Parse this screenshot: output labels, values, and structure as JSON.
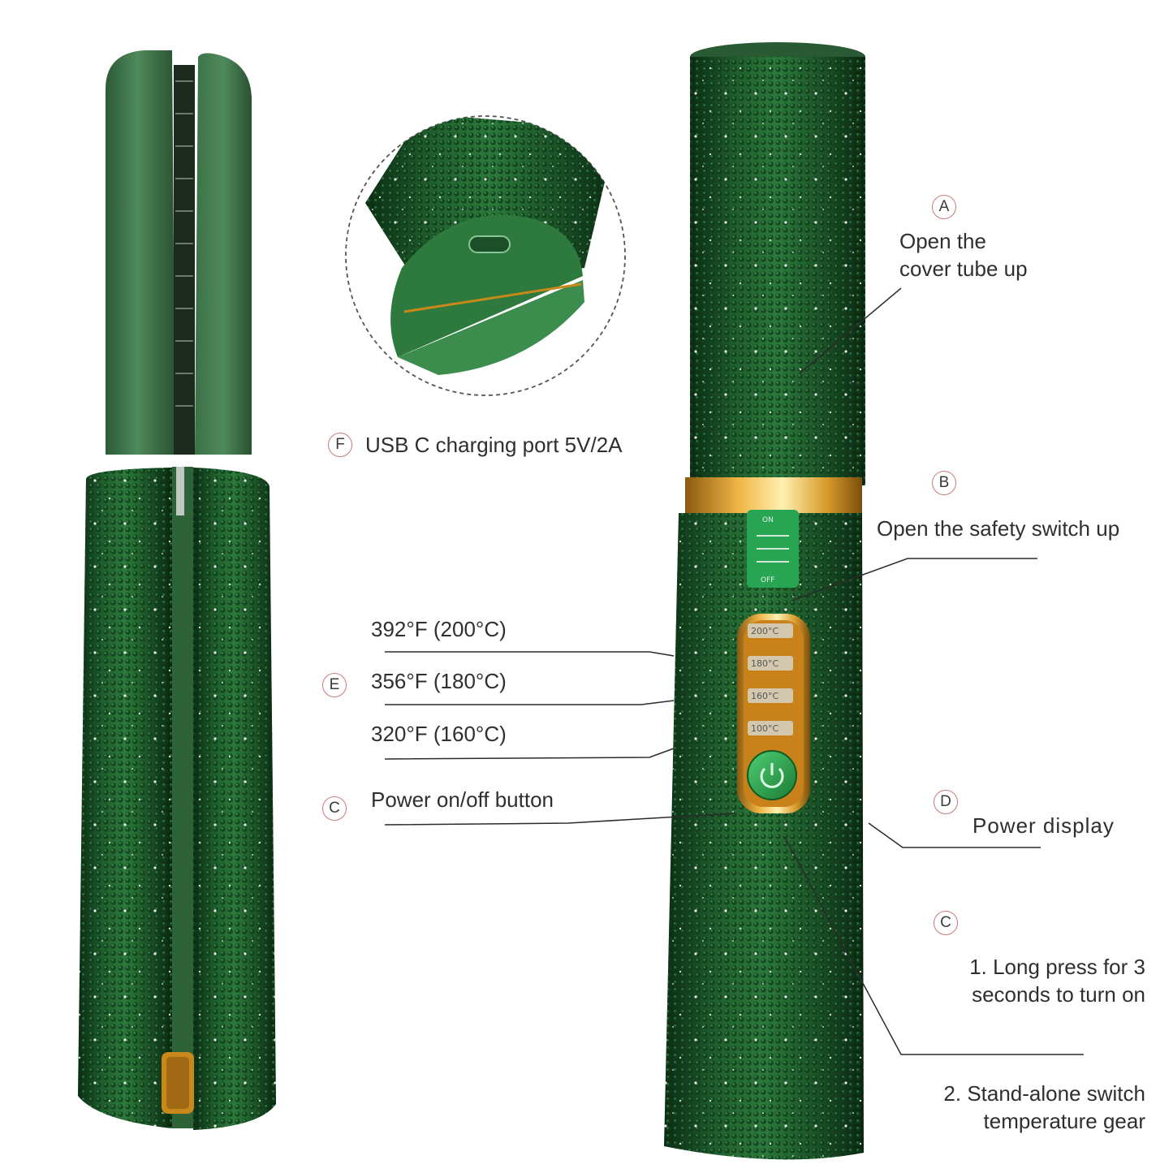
{
  "callouts": {
    "a": {
      "letter": "A",
      "text_line1": "Open the",
      "text_line2": "cover tube up"
    },
    "b": {
      "letter": "B",
      "text": "Open the safety switch up"
    },
    "d": {
      "letter": "D",
      "text": "Power display"
    },
    "c_right": {
      "letter": "C",
      "text_line1": "1. Long press for 3",
      "text_line2": "seconds to turn on",
      "text_line3": "2. Stand-alone switch",
      "text_line4": "temperature gear"
    },
    "e": {
      "letter": "E",
      "temp1": "392°F (200°C)",
      "temp2": "356°F (180°C)",
      "temp3": "320°F (160°C)"
    },
    "c_left": {
      "letter": "C",
      "text": "Power on/off button"
    },
    "f": {
      "letter": "F",
      "text": "USB C charging port 5V/2A"
    }
  },
  "device": {
    "switch_on": "ON",
    "switch_off": "OFF",
    "levels": [
      "200°C",
      "180°C",
      "160°C",
      "100°C"
    ]
  },
  "colors": {
    "emerald": "#1f5a2c",
    "dark_green": "#0e3318",
    "gold": "#c8881a",
    "plate_green": "#3c7248"
  }
}
